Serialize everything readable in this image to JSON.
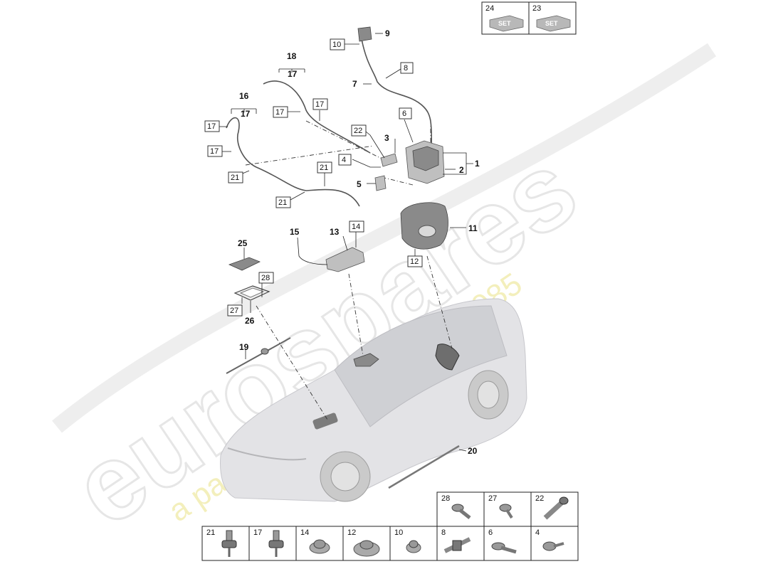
{
  "watermark": {
    "brand": "eurospares",
    "tagline": "a passion for parts since 1985"
  },
  "callouts": {
    "p1": "1",
    "p2": "2",
    "p3": "3",
    "p4": "4",
    "p5": "5",
    "p6": "6",
    "p7": "7",
    "p8": "8",
    "p9": "9",
    "p10": "10",
    "p11": "11",
    "p12": "12",
    "p13": "13",
    "p14": "14",
    "p15": "15",
    "p16": "16",
    "p17": "17",
    "p18": "18",
    "p19": "19",
    "p20": "20",
    "p21": "21",
    "p22": "22",
    "p25": "25",
    "p26": "26",
    "p27": "27",
    "p28": "28"
  },
  "set_table": [
    {
      "num": "24",
      "badge": "SET"
    },
    {
      "num": "23",
      "badge": "SET"
    }
  ],
  "fastener_table": {
    "top_row": [
      {
        "num": "28",
        "icon": "bolt-icon"
      },
      {
        "num": "27",
        "icon": "screw-icon"
      },
      {
        "num": "22",
        "icon": "long-bolt-icon"
      }
    ],
    "bottom_row": [
      {
        "num": "21",
        "icon": "clip-icon"
      },
      {
        "num": "17",
        "icon": "clip-icon"
      },
      {
        "num": "14",
        "icon": "nut-icon"
      },
      {
        "num": "12",
        "icon": "flange-nut-icon"
      },
      {
        "num": "10",
        "icon": "nut-icon"
      },
      {
        "num": "8",
        "icon": "bracket-clip-icon"
      },
      {
        "num": "6",
        "icon": "bolt-icon"
      },
      {
        "num": "4",
        "icon": "screw-icon"
      }
    ]
  }
}
